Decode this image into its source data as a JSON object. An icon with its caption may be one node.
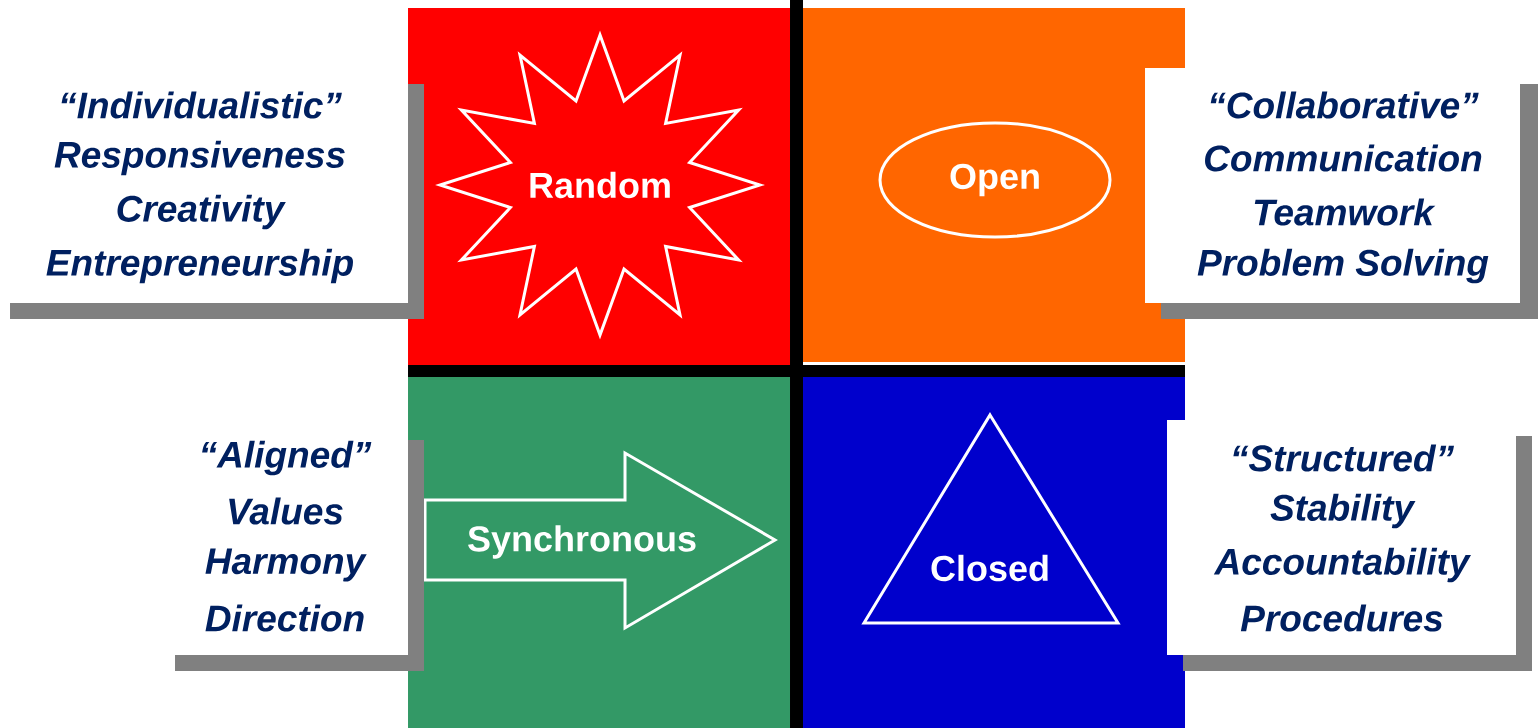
{
  "diagram": {
    "nodes": [
      {
        "text": [],
        "shape": "box"
      },
      {
        "text": [
          "Random"
        ],
        "in": 0
      },
      {
        "text": [],
        "shape": "box"
      },
      {
        "text": [
          "Open"
        ],
        "in": 2
      },
      {
        "text": [
          "“Individualistic”",
          "Responsiveness",
          "Creativity",
          "Entrepreneurship"
        ]
      },
      {
        "text": [
          "“Collaborative”",
          "Communication",
          "Teamwork",
          "Problem Solving"
        ]
      },
      {
        "text": [],
        "shape": "box"
      },
      {
        "text": [
          "Synchronous"
        ],
        "in": 6
      },
      {
        "text": [],
        "shape": "box"
      },
      {
        "text": [
          "Closed"
        ],
        "in": 8
      },
      {
        "text": [
          "“Aligned”",
          "Values",
          "Harmony",
          "Direction"
        ]
      },
      {
        "text": [
          "“Structured”",
          "Stability",
          "Accountability",
          "Procedures"
        ]
      }
    ]
  }
}
